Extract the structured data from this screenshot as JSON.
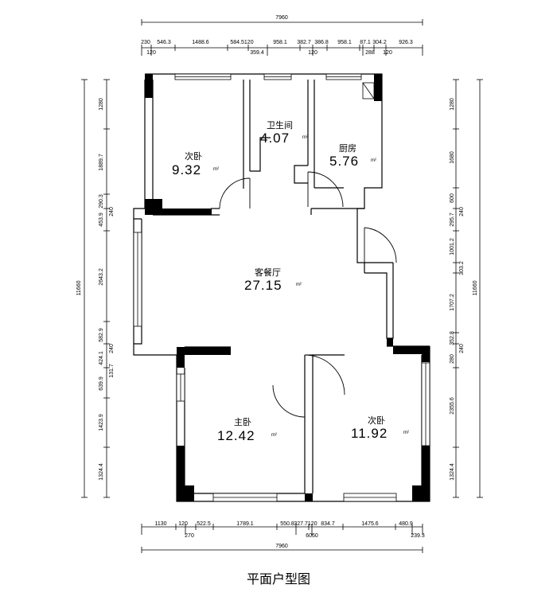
{
  "caption": "平面户型图",
  "dimensions": {
    "top_total": "7960",
    "top_row": [
      "230",
      "546.3",
      "1488.6",
      "584.5120",
      "958.1",
      "382.7",
      "386.8",
      "958.1",
      "87.1",
      "304.2",
      "926.3"
    ],
    "top_sub": [
      "120",
      "359.4",
      "120",
      "288",
      "120"
    ],
    "left_total": "11660",
    "left_col": [
      "1280",
      "1889.7",
      "290.3",
      "240",
      "453.9",
      "2643.2",
      "582.9",
      "424.1",
      "240",
      "131.7",
      "639.9",
      "1423.9",
      "1324.4"
    ],
    "right_total": "11660",
    "right_col": [
      "1280",
      "1680",
      "600",
      "240",
      "295.7",
      "1001.2",
      "303.2",
      "1707.2",
      "352.8",
      "240",
      "280",
      "2355.6",
      "1324.4"
    ],
    "bottom_row": [
      "1130",
      "120",
      "522.5",
      "1789.1",
      "550.8",
      "327.7120",
      "834.7",
      "1475.6",
      "480.9"
    ],
    "bottom_sub": [
      "270",
      "6060",
      "239.3"
    ],
    "bottom_total": "7960"
  },
  "rooms": [
    {
      "name": "次卧",
      "area": "9.32",
      "unit": "m²"
    },
    {
      "name": "卫生间",
      "area": "4.07",
      "unit": "m²"
    },
    {
      "name": "厨房",
      "area": "5.76",
      "unit": "m²"
    },
    {
      "name": "客餐厅",
      "area": "27.15",
      "unit": "m²"
    },
    {
      "name": "主卧",
      "area": "12.42",
      "unit": "m²"
    },
    {
      "name": "次卧",
      "area": "11.92",
      "unit": "m²"
    }
  ]
}
